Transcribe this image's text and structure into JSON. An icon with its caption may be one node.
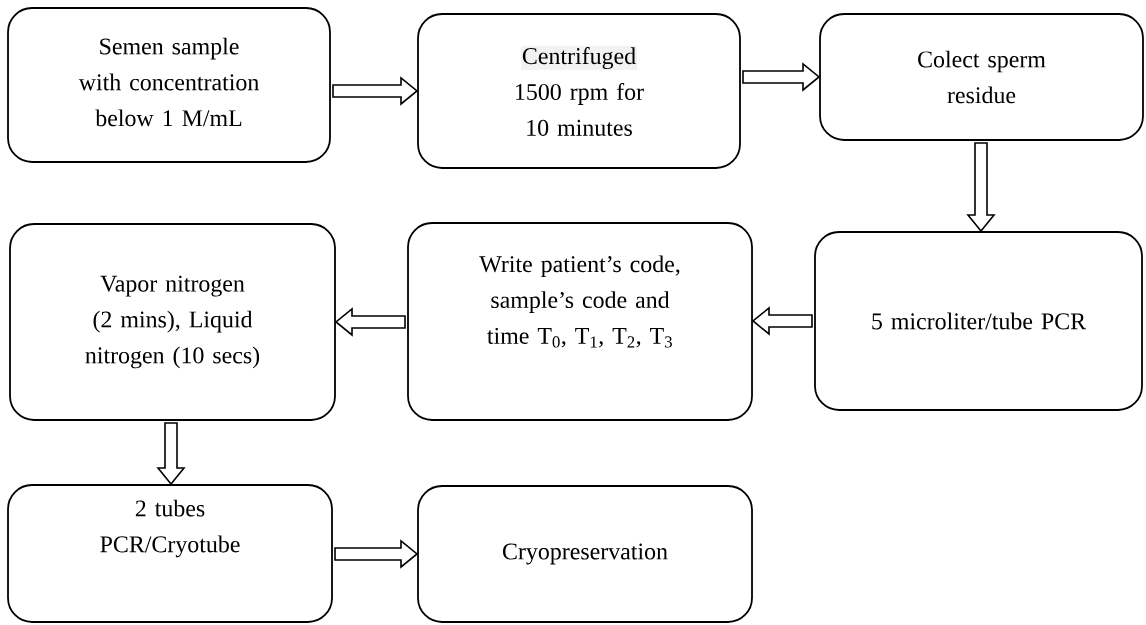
{
  "diagram": {
    "nodes": [
      {
        "text": [
          "Semen sample with concentration below 1 M/mL"
        ]
      },
      {
        "text": [
          "Centrifuged",
          "1500 rpm for 10 minutes"
        ]
      },
      {
        "text": [
          "Colect sperm residue"
        ]
      },
      {
        "text": [
          "5 microliter/tube PCR"
        ]
      },
      {
        "text": [
          "Write patient’s code, sample’s code and time T$_{0}$, T$_{1}$, T$_{2}$, T$_{3}$"
        ]
      },
      {
        "text": [
          "Vapor nitrogen (2 mins), Liquid nitrogen (10 secs)"
        ]
      },
      {
        "text": [
          "2 tubes PCR/Cryotube"
        ]
      },
      {
        "text": [
          "Cryopreservation"
        ]
      }
    ],
    "edges": [
      {
        "from": 0,
        "to": 1,
        "arrow": "to"
      },
      {
        "from": 1,
        "to": 2,
        "arrow": "to"
      },
      {
        "from": 2,
        "to": 3,
        "arrow": "to"
      },
      {
        "from": 3,
        "to": 4,
        "arrow": "to"
      },
      {
        "from": 4,
        "to": 5,
        "arrow": "to"
      },
      {
        "from": 5,
        "to": 6,
        "arrow": "to"
      },
      {
        "from": 6,
        "to": 7,
        "arrow": "to"
      }
    ]
  }
}
